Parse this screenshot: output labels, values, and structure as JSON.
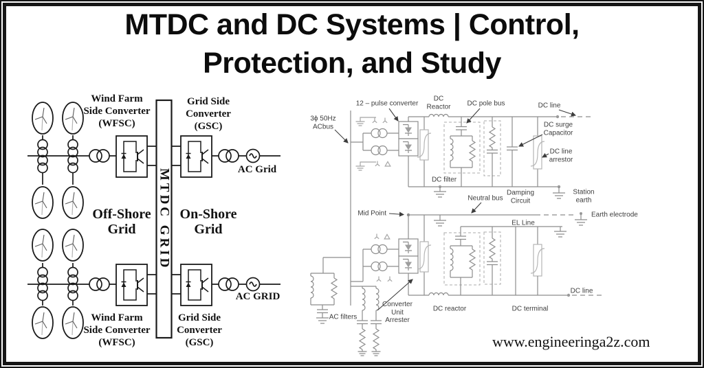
{
  "title": {
    "line1": "MTDC and DC Systems | Control,",
    "line2": "Protection, and Study"
  },
  "footer": {
    "website": "www.engineeringa2z.com"
  },
  "colors": {
    "frame_border": "#161616",
    "left_diagram_stroke": "#1a1a1a",
    "right_diagram_stroke": "#8c8c8c",
    "right_diagram_light": "#b5b5b5",
    "right_diagram_text": "#3d3d3d"
  },
  "left_diagram": {
    "wfsc_label": "Wind Farm\nSide Converter\n(WFSC)",
    "gsc_label": "Grid Side\nConverter\n(GSC)",
    "offshore_label": "Off-Shore\nGrid",
    "onshore_label": "On-Shore\nGrid",
    "mtdc_bus_label": "MTDC GRID",
    "ac_grid_top_label": "AC Grid",
    "ac_grid_bottom_label": "AC GRID"
  },
  "right_diagram": {
    "twelve_pulse_label": "12 – pulse converter",
    "ac_bus_label": "3ϕ 50Hz\nACbus",
    "dc_reactor_top_label": "DC\nReactor",
    "dc_pole_bus_label": "DC pole bus",
    "dc_line_top_label": "DC line",
    "dc_surge_capacitor_label": "DC surge\nCapacitor",
    "dc_line_arrestor_label": "DC line\narrestor",
    "dc_filter_label": "DC filter",
    "neutral_bus_label": "Neutral bus",
    "damping_circuit_label": "Damping\nCircuit",
    "station_earth_label": "Station\nearth",
    "mid_point_label": "Mid Point",
    "earth_electrode_label": "Earth electrode",
    "el_line_label": "EL Line",
    "ac_filters_label": "AC filters",
    "converter_unit_arrester_label": "Converter\nUnit\nArrester",
    "dc_reactor_bottom_label": "DC reactor",
    "dc_terminal_label": "DC terminal",
    "dc_line_bottom_label": "DC line"
  }
}
